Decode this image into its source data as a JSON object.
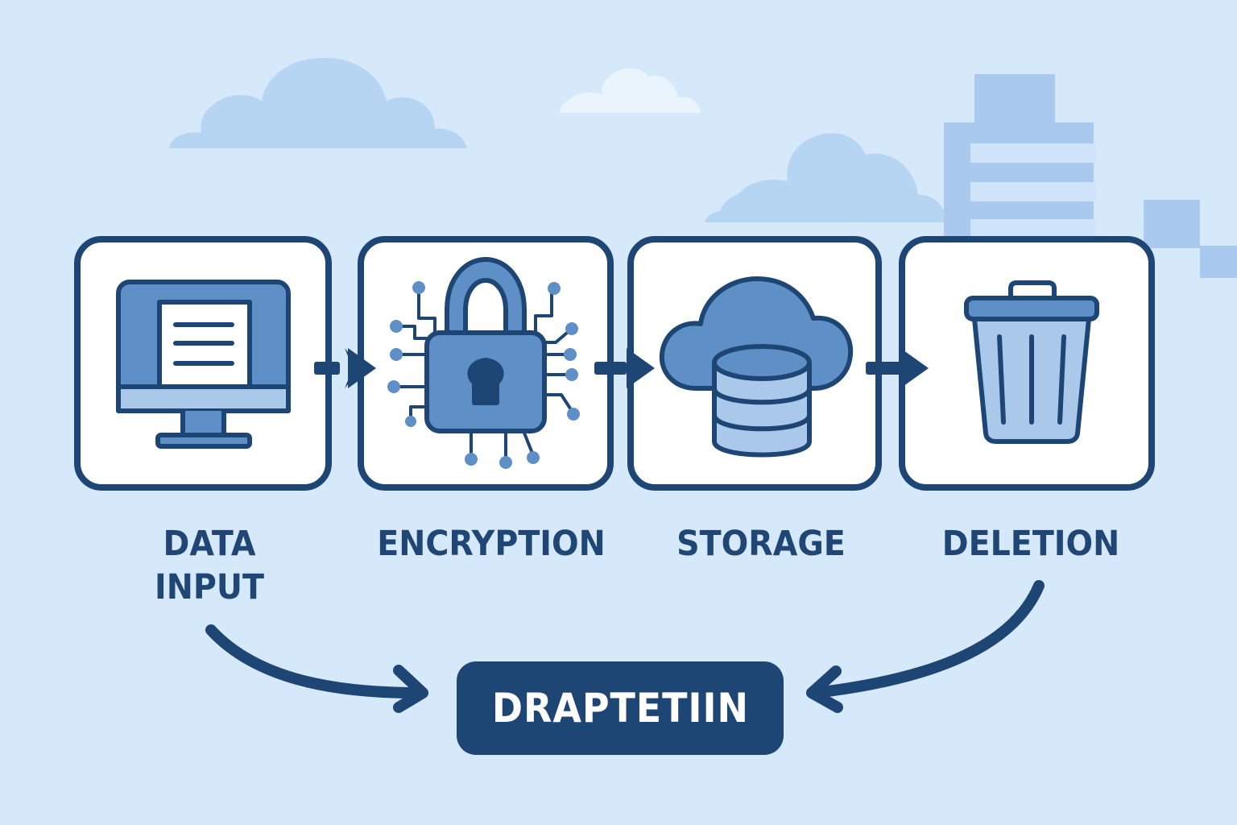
{
  "steps": [
    {
      "id": "data-input",
      "lines": [
        "DATA",
        "INPUT"
      ],
      "icon": "monitor-document-icon"
    },
    {
      "id": "encryption",
      "lines": [
        "ENCRYPTION"
      ],
      "icon": "padlock-circuit-icon"
    },
    {
      "id": "storage",
      "lines": [
        "STORAGE"
      ],
      "icon": "cloud-database-icon"
    },
    {
      "id": "deletion",
      "lines": [
        "DELETION"
      ],
      "icon": "trash-can-icon"
    }
  ],
  "final_box": {
    "label": "DRAPTETIIN"
  },
  "colors": {
    "background": "#d6e9fb",
    "navy": "#1e4675",
    "icon_blue": "#5f8fc7",
    "light_blue": "#a9c8ea",
    "card": "#ffffff",
    "cloud": "#b4d4f3"
  }
}
